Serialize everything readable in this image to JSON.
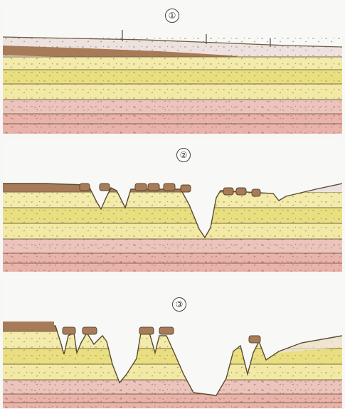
{
  "figure": {
    "panels": [
      {
        "label": "①"
      },
      {
        "label": "②"
      },
      {
        "label": "③"
      }
    ],
    "colors": {
      "sky": "#f8f8f6",
      "sediment_top": "#e8dcd8",
      "cap_rock": "#9b6a4b",
      "sandstone_light": "#f2eaa0",
      "sandstone": "#e9dd7b",
      "pink_layer": "#ecc3bc",
      "pink_dark": "#e7aca4",
      "outline": "#6a5b40"
    }
  }
}
